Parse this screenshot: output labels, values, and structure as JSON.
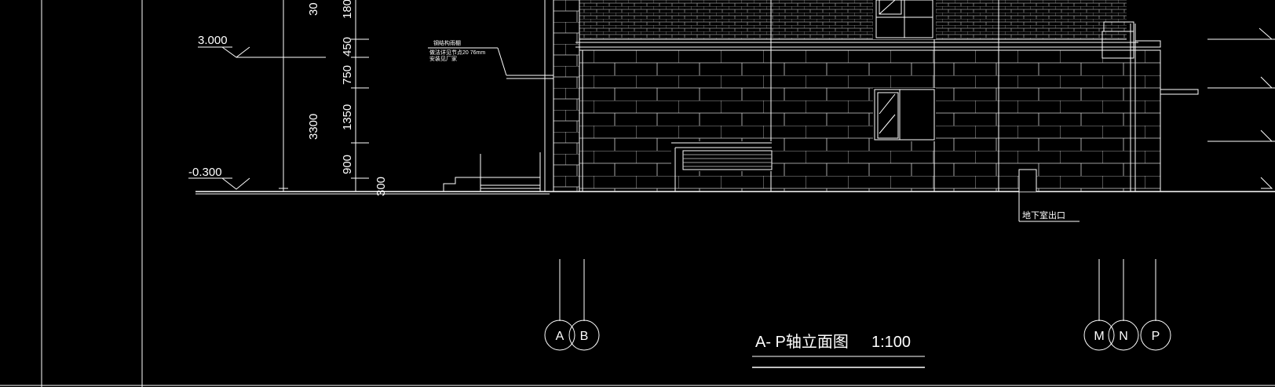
{
  "levels": {
    "upper": "3.000",
    "ground": "-0.300"
  },
  "dimensions": {
    "outer": [
      "30",
      "3300"
    ],
    "inner": [
      "180",
      "450",
      "750",
      "1350",
      "900"
    ],
    "plinth": "300"
  },
  "axes": [
    "A",
    "B",
    "M",
    "N",
    "P"
  ],
  "callouts": {
    "canopy_lines": [
      "钢结构雨棚",
      "做法详见节点20 76mm",
      "安装见厂家"
    ],
    "basement": "地下室出口"
  },
  "title": {
    "name": "A- P轴立面图",
    "scale": "1:100"
  }
}
